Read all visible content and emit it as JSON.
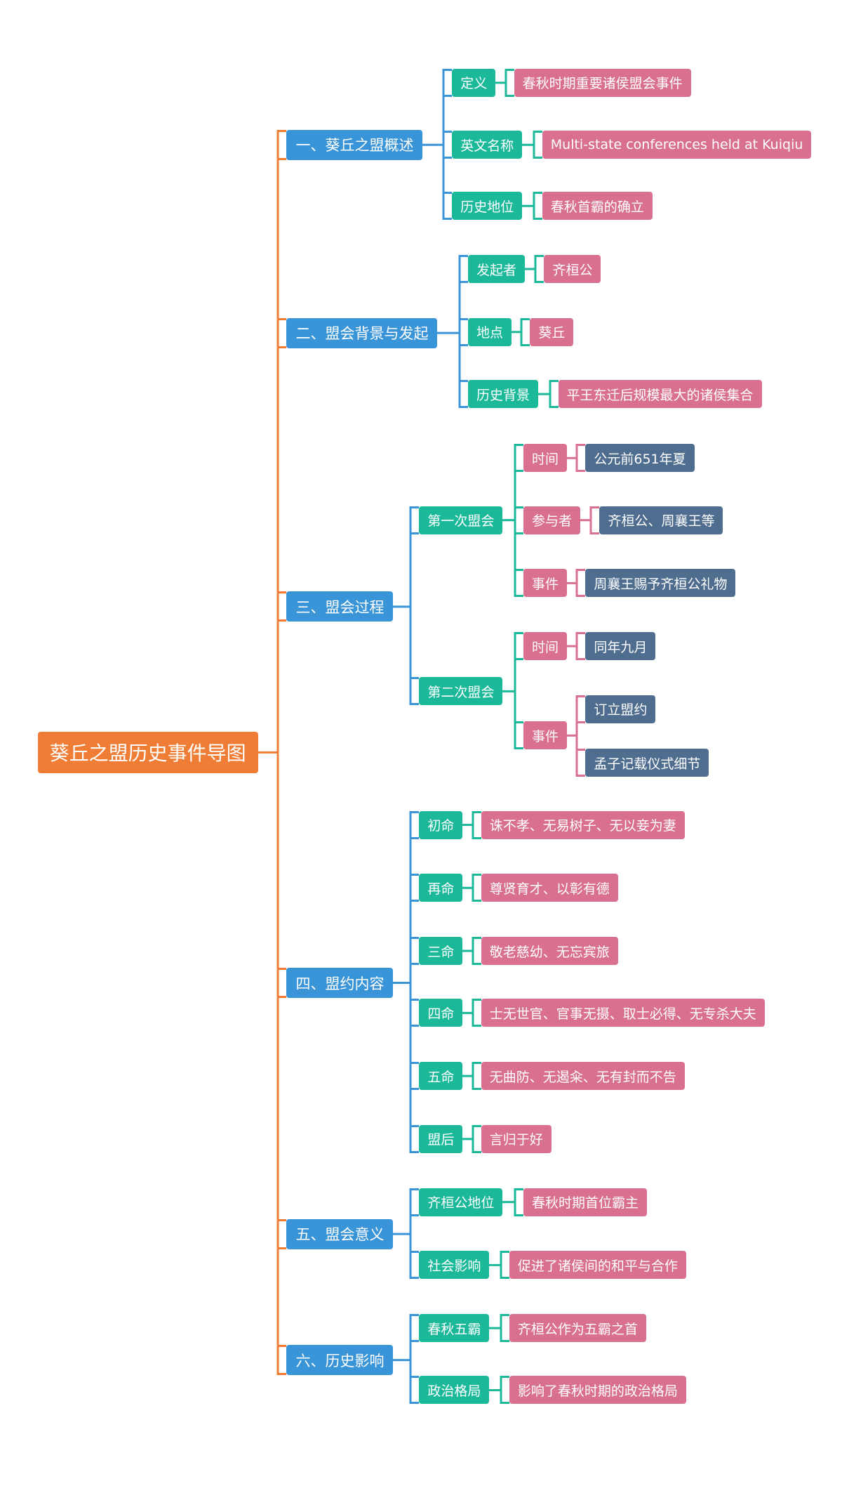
{
  "colors": {
    "root": "#ef7d35",
    "level1": "#3a94d8",
    "level2": "#1bb99a",
    "level3": "#d9708f",
    "level4": "#4f6d8f"
  },
  "root": {
    "label": "葵丘之盟历史事件导图",
    "children": [
      {
        "label": "一、葵丘之盟概述",
        "children": [
          {
            "label": "定义",
            "children": [
              {
                "label": "春秋时期重要诸侯盟会事件"
              }
            ]
          },
          {
            "label": "英文名称",
            "children": [
              {
                "label": "Multi-state conferences held at Kuiqiu"
              }
            ]
          },
          {
            "label": "历史地位",
            "children": [
              {
                "label": "春秋首霸的确立"
              }
            ]
          }
        ]
      },
      {
        "label": "二、盟会背景与发起",
        "children": [
          {
            "label": "发起者",
            "children": [
              {
                "label": "齐桓公"
              }
            ]
          },
          {
            "label": "地点",
            "children": [
              {
                "label": "葵丘"
              }
            ]
          },
          {
            "label": "历史背景",
            "children": [
              {
                "label": "平王东迁后规模最大的诸侯集合"
              }
            ]
          }
        ]
      },
      {
        "label": "三、盟会过程",
        "children": [
          {
            "label": "第一次盟会",
            "children": [
              {
                "label": "时间",
                "children": [
                  {
                    "label": "公元前651年夏"
                  }
                ]
              },
              {
                "label": "参与者",
                "children": [
                  {
                    "label": "齐桓公、周襄王等"
                  }
                ]
              },
              {
                "label": "事件",
                "children": [
                  {
                    "label": "周襄王赐予齐桓公礼物"
                  }
                ]
              }
            ]
          },
          {
            "label": "第二次盟会",
            "children": [
              {
                "label": "时间",
                "children": [
                  {
                    "label": "同年九月"
                  }
                ]
              },
              {
                "label": "事件",
                "children": [
                  {
                    "label": "订立盟约"
                  },
                  {
                    "label": "孟子记载仪式细节"
                  }
                ]
              }
            ]
          }
        ]
      },
      {
        "label": "四、盟约内容",
        "children": [
          {
            "label": "初命",
            "children": [
              {
                "label": "诛不孝、无易树子、无以妾为妻"
              }
            ]
          },
          {
            "label": "再命",
            "children": [
              {
                "label": "尊贤育才、以彰有德"
              }
            ]
          },
          {
            "label": "三命",
            "children": [
              {
                "label": "敬老慈幼、无忘宾旅"
              }
            ]
          },
          {
            "label": "四命",
            "children": [
              {
                "label": "士无世官、官事无摄、取士必得、无专杀大夫"
              }
            ]
          },
          {
            "label": "五命",
            "children": [
              {
                "label": "无曲防、无遏籴、无有封而不告"
              }
            ]
          },
          {
            "label": "盟后",
            "children": [
              {
                "label": "言归于好"
              }
            ]
          }
        ]
      },
      {
        "label": "五、盟会意义",
        "children": [
          {
            "label": "齐桓公地位",
            "children": [
              {
                "label": "春秋时期首位霸主"
              }
            ]
          },
          {
            "label": "社会影响",
            "children": [
              {
                "label": "促进了诸侯间的和平与合作"
              }
            ]
          }
        ]
      },
      {
        "label": "六、历史影响",
        "children": [
          {
            "label": "春秋五霸",
            "children": [
              {
                "label": "齐桓公作为五霸之首"
              }
            ]
          },
          {
            "label": "政治格局",
            "children": [
              {
                "label": "影响了春秋时期的政治格局"
              }
            ]
          }
        ]
      }
    ]
  }
}
